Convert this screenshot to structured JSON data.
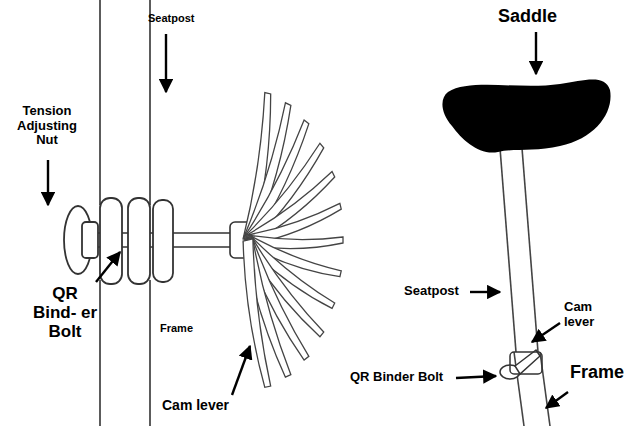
{
  "diagram": {
    "labels": [
      "Seatpost",
      "Tension Adjusting Nut",
      "QR Bind- er Bolt",
      "Frame",
      "Cam lever",
      "Saddle",
      "Seatpost",
      "Cam lever",
      "QR Binder Bolt",
      "Frame"
    ]
  }
}
